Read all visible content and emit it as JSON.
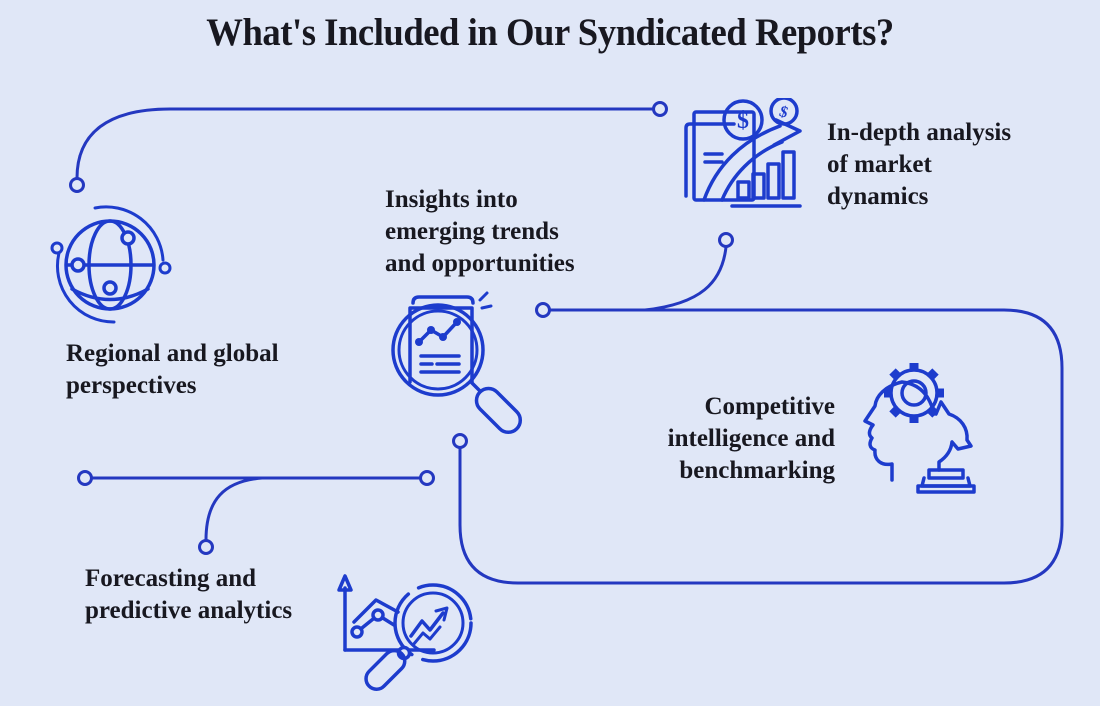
{
  "title": "What's Included in Our Syndicated Reports?",
  "colors": {
    "background": "#e0e7f7",
    "line": "#2438c0",
    "icon": "#1d3ccd",
    "text": "#181820"
  },
  "items": [
    {
      "id": "regional",
      "label": "Regional and global\nperspectives",
      "icon": "globe-network-icon"
    },
    {
      "id": "insights",
      "label": "Insights into\nemerging trends\nand opportunities",
      "icon": "magnifier-document-icon"
    },
    {
      "id": "indepth",
      "label": "In-depth analysis\nof market\ndynamics",
      "icon": "money-growth-chart-icon"
    },
    {
      "id": "competitive",
      "label": "Competitive\nintelligence and\nbenchmarking",
      "icon": "strategy-head-knight-icon"
    },
    {
      "id": "forecasting",
      "label": "Forecasting and\npredictive analytics",
      "icon": "forecast-magnifier-chart-icon"
    }
  ],
  "coin_symbol": "$"
}
